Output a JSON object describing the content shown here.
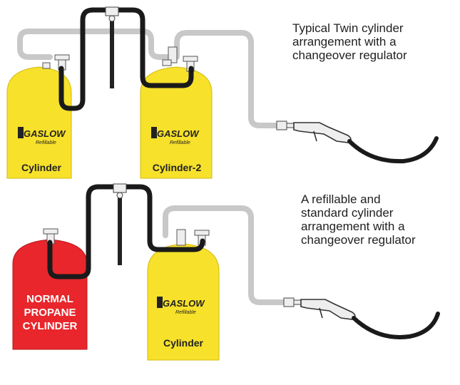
{
  "colors": {
    "cylinder_yellow": "#F7E12B",
    "propane_red": "#E8262B",
    "hose_black": "#1a1a1a",
    "pipe_grey": "#C8C8C8"
  },
  "top_diagram": {
    "caption": [
      "Typical Twin cylinder",
      "arrangement with a",
      "changeover regulator"
    ],
    "cylinder_left": {
      "brand": "GASLOW",
      "sub": "Refillable",
      "label": "Cylinder"
    },
    "cylinder_right": {
      "brand": "GASLOW",
      "sub": "Refillable",
      "label": "Cylinder-2"
    }
  },
  "bottom_diagram": {
    "caption": [
      "A refillable and",
      "standard cylinder",
      "arrangement with a",
      "changeover regulator"
    ],
    "cylinder_left": {
      "label_lines": [
        "NORMAL",
        "PROPANE",
        "CYLINDER"
      ]
    },
    "cylinder_right": {
      "brand": "GASLOW",
      "sub": "Refillable",
      "label": "Cylinder"
    }
  }
}
